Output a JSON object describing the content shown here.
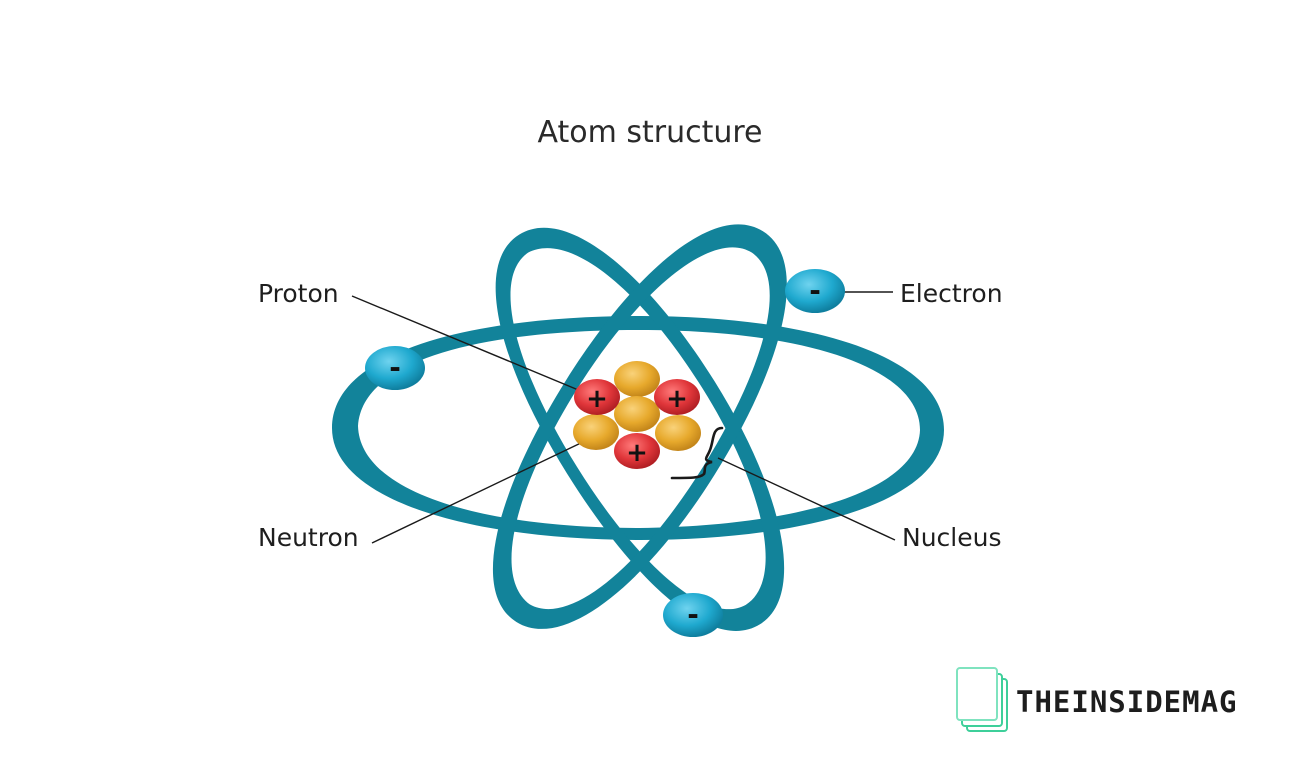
{
  "diagram": {
    "title": "Atom structure",
    "labels": {
      "proton": "Proton",
      "electron": "Electron",
      "neutron": "Neutron",
      "nucleus": "Nucleus"
    },
    "proton_sign": "+",
    "electron_sign": "-"
  },
  "branding": {
    "wordmark": "THEINSIDEMAG"
  },
  "colors": {
    "orbit": "#12839a",
    "electron": "#1fa9cf",
    "proton": "#e0363a",
    "neutron": "#e7a92c",
    "logo_accent": "#3ecf9a"
  },
  "icons": {
    "logo": "stacked-pages-icon"
  }
}
